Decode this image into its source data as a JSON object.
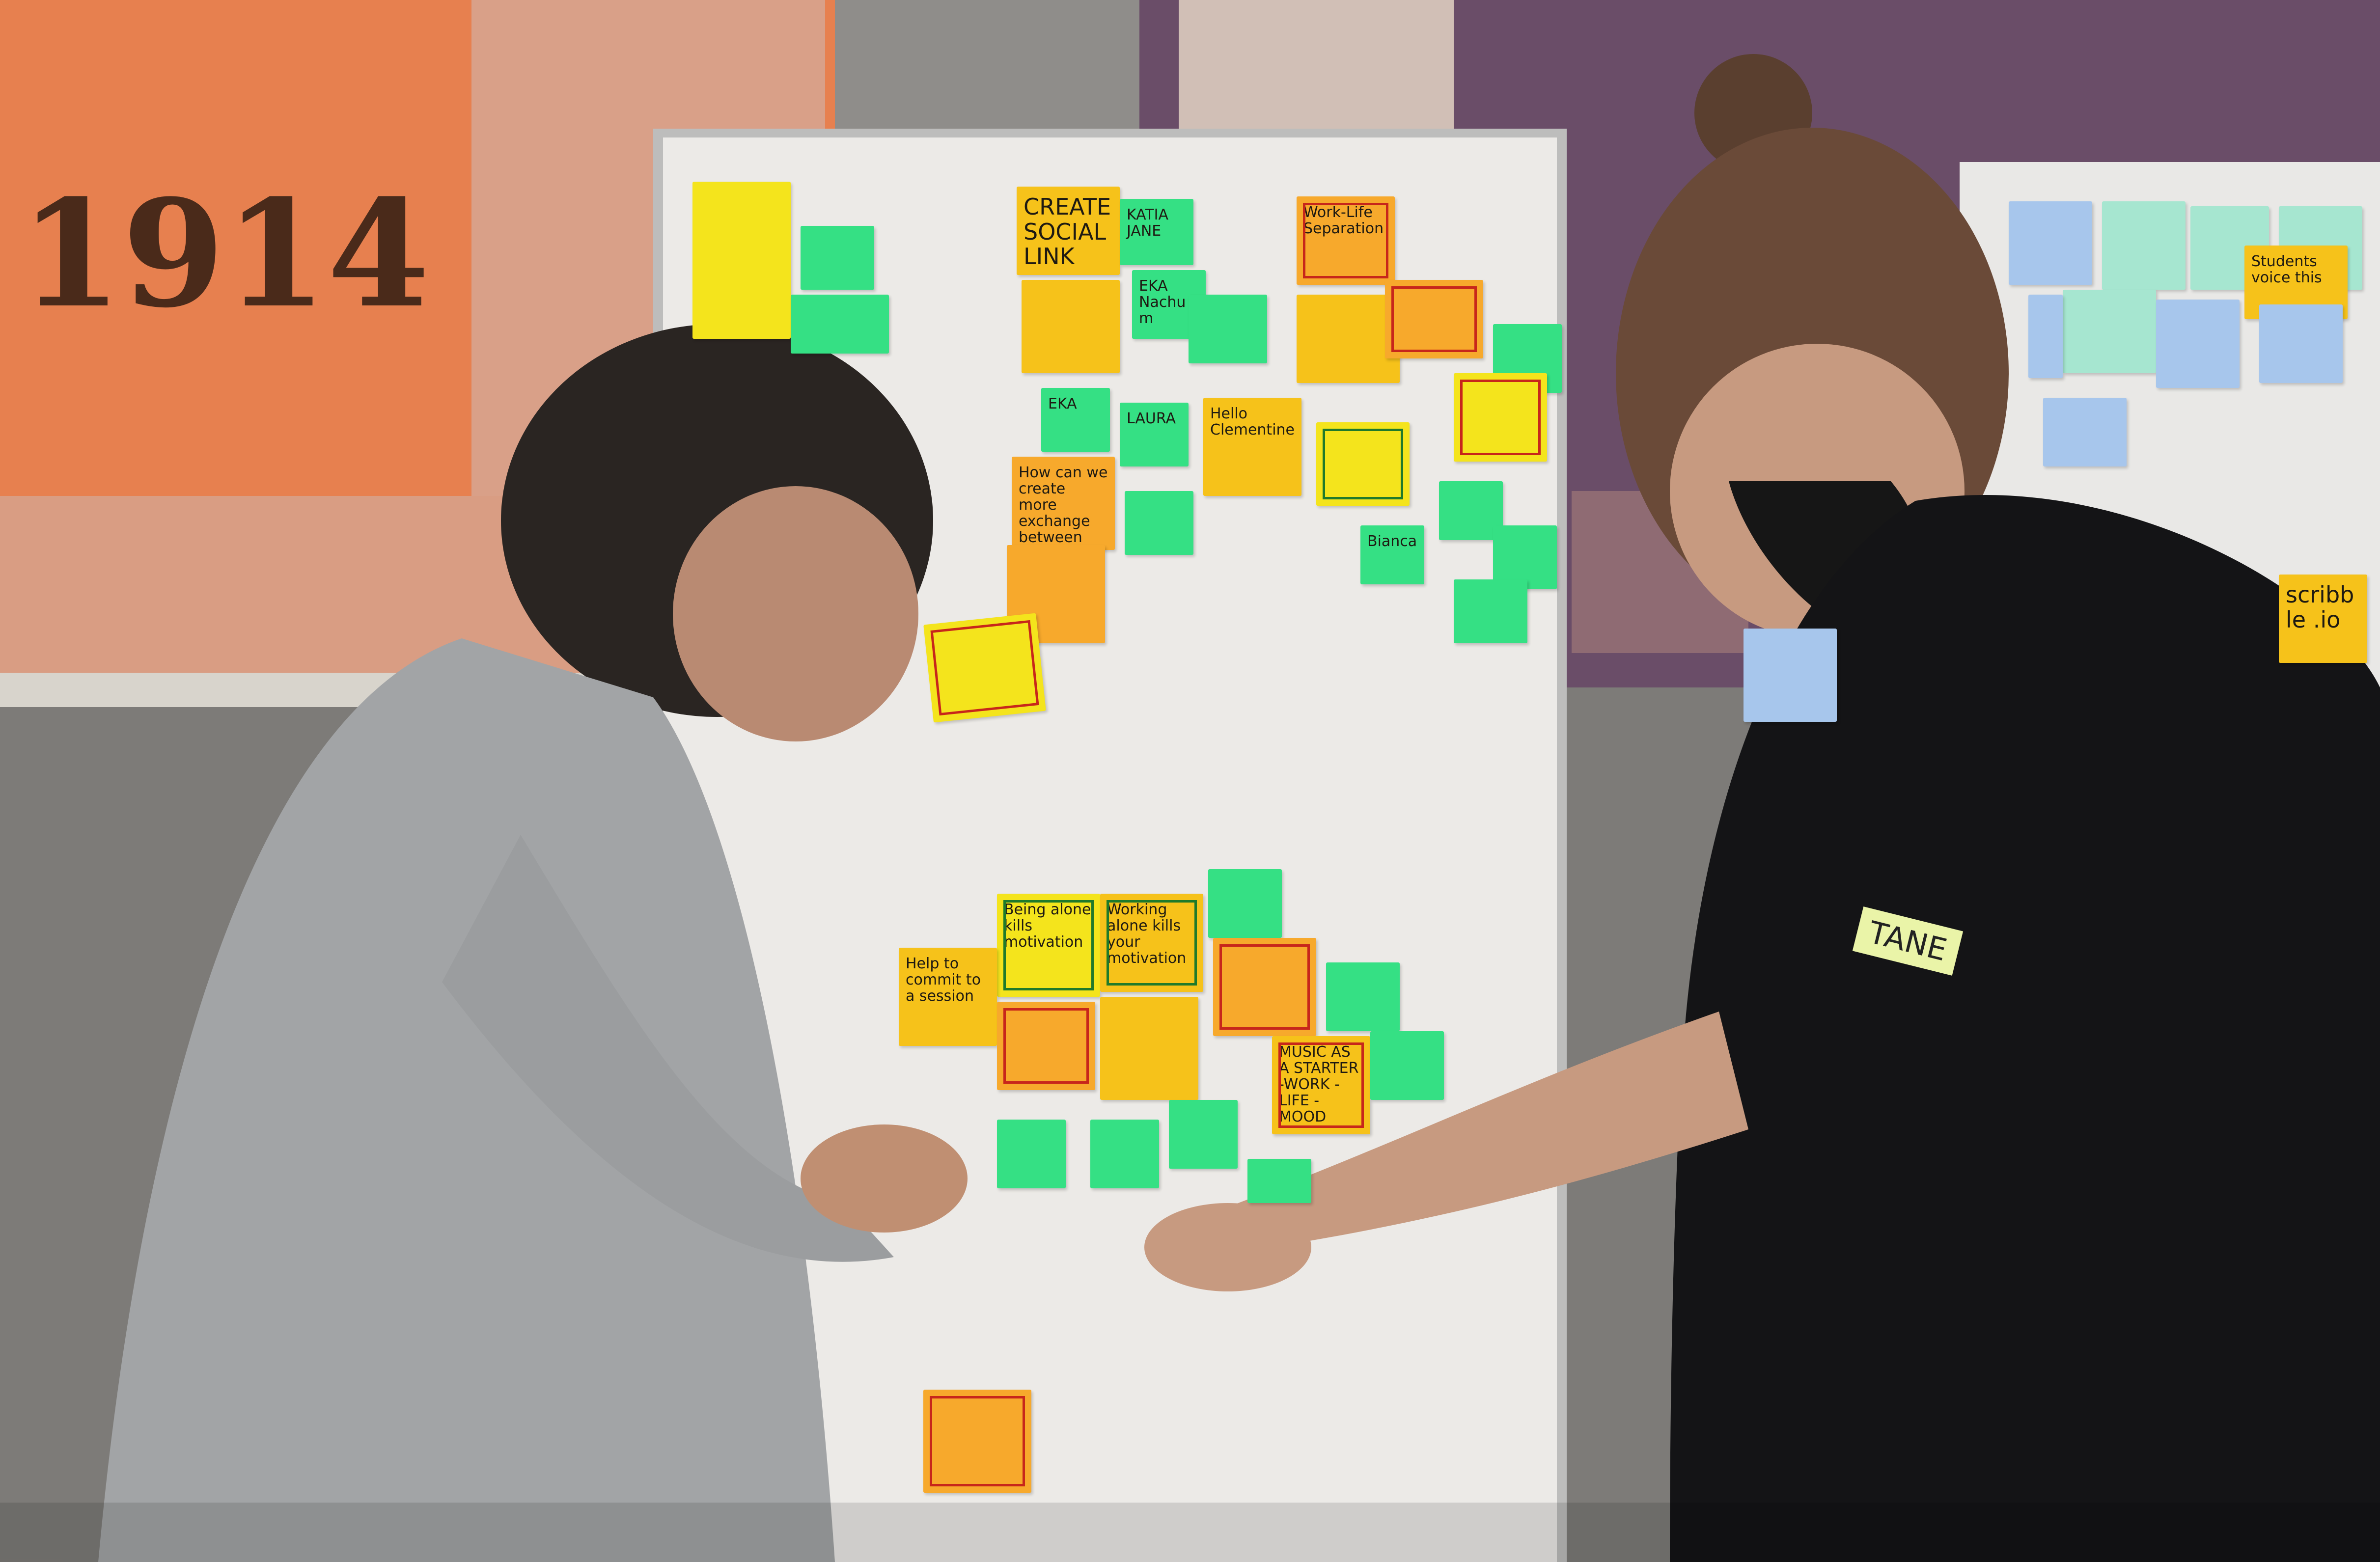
{
  "tapestry": {
    "year": "1914"
  },
  "name_tag": {
    "text": "TANE"
  },
  "notes": {
    "create_social_link": "CREATE SOCIAL LINK",
    "work_life_separation": "Work-Life Separation",
    "katia_jane": "KATIA JANE",
    "eka_nachum": "EKA Nachum",
    "eka": "EKA",
    "laura": "LAURA",
    "hello_clementine": "Hello Clementine",
    "how_create_exchange": "How can we create more exchange between different people",
    "bianca": "Bianca",
    "being_alone": "Being alone kills motivation",
    "working_alone": "Working alone kills your motivation",
    "help_to_commit": "Help to commit to a session",
    "music_starter": "MUSIC AS A STARTER -WORK -LIFE -MOOD",
    "scribble_io": "scribble .io",
    "students_voice": "Students voice this"
  }
}
